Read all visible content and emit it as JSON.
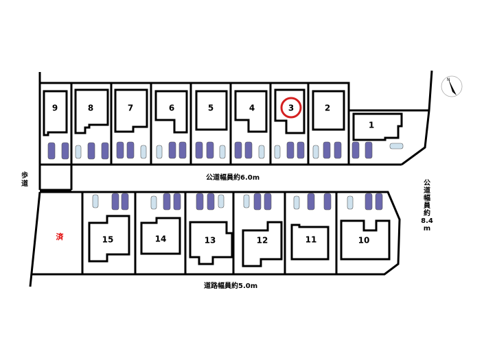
{
  "lots_top": [
    "9",
    "8",
    "7",
    "6",
    "5",
    "4",
    "3",
    "2",
    "1"
  ],
  "lots_bottom": [
    "15",
    "14",
    "13",
    "12",
    "11",
    "10"
  ],
  "highlighted_lot": "3",
  "sold_label": "済",
  "roads": {
    "north_road": "公道幅員約6.0m",
    "south_road": "道路幅員約5.0m",
    "east_road_lines": [
      "公",
      "道",
      "幅",
      "員",
      "約",
      "8.4",
      "m"
    ],
    "sidewalk_lines": [
      "歩",
      "道"
    ]
  },
  "compass_label": "N",
  "colors": {
    "car_dark": "#6b68ad",
    "car_light": "#cfe2ee",
    "highlight": "#d42020",
    "sold": "#e00000"
  }
}
